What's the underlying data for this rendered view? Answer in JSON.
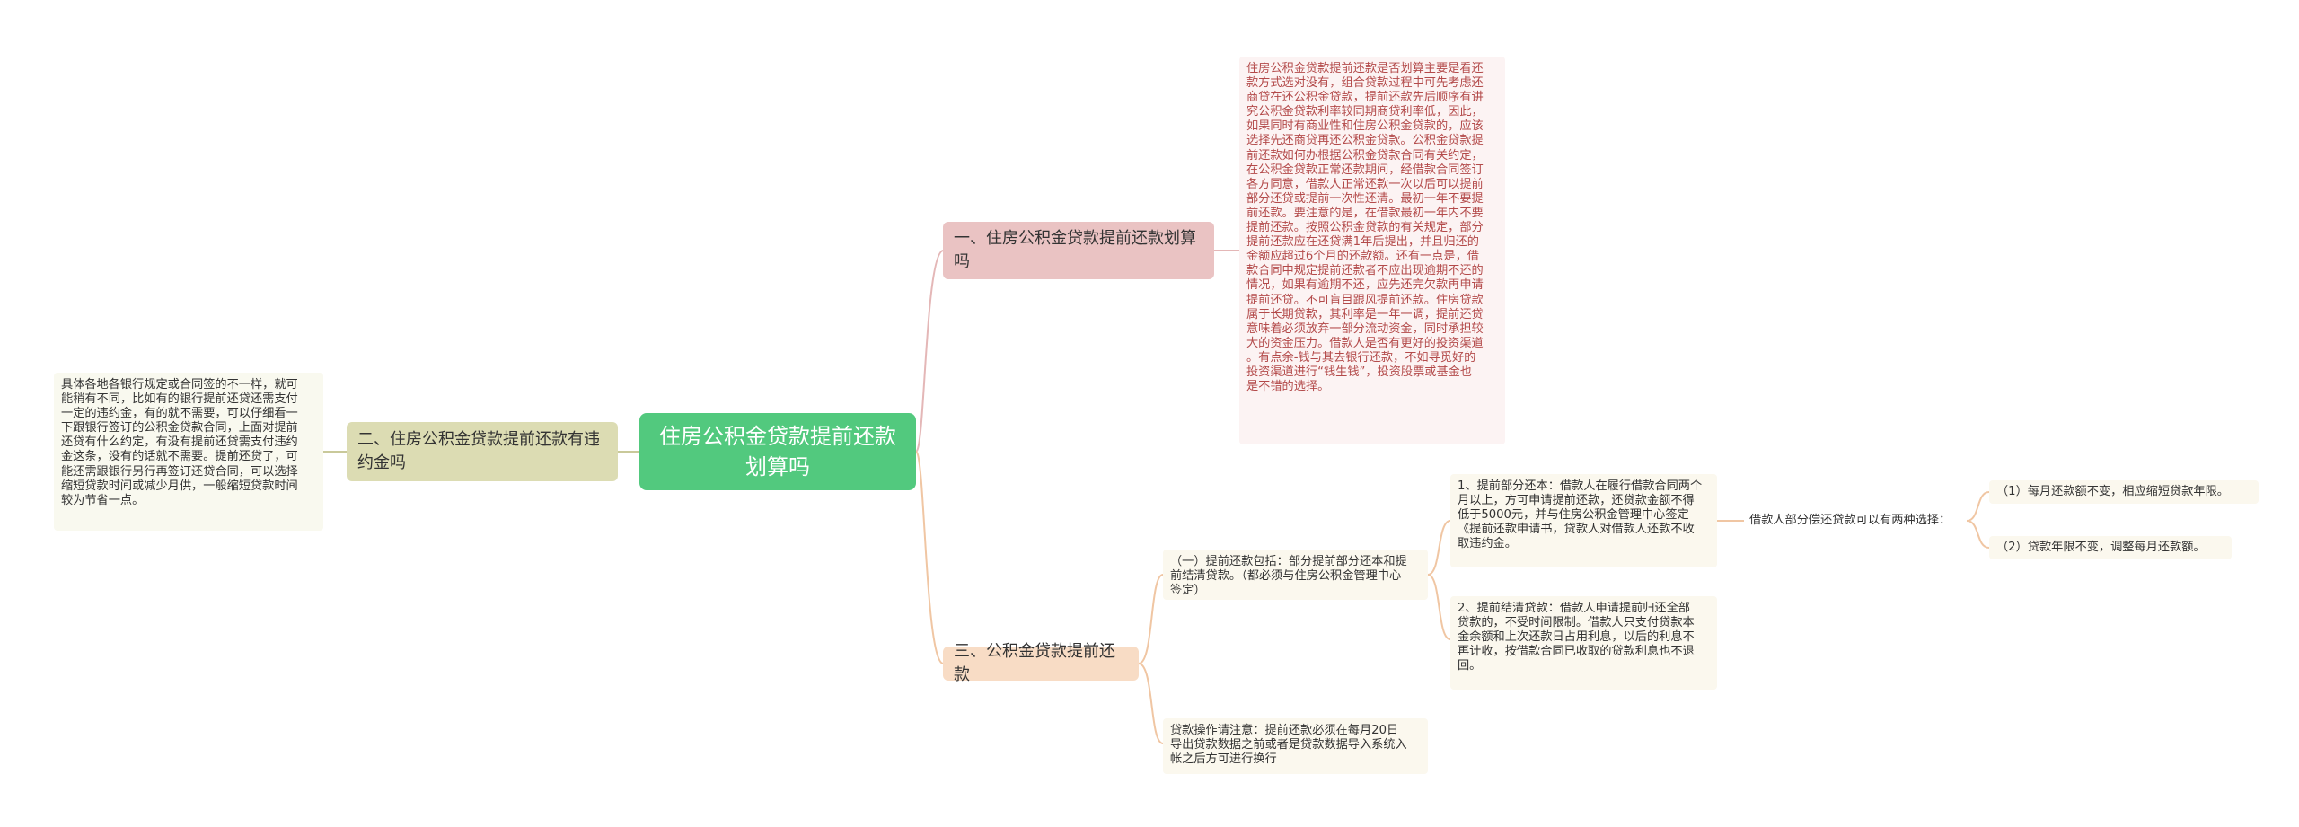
{
  "root": {
    "label": "住房公积金贷款提前还款\n划算吗"
  },
  "branches": {
    "b1": {
      "label": "一、住房公积金贷款提前还款划算\n吗"
    },
    "b2": {
      "label": "二、住房公积金贷款提前还款有违\n约金吗"
    },
    "b3": {
      "label": "三、公积金贷款提前还款"
    }
  },
  "leaves": {
    "b1_text": "住房公积金贷款提前还款是否划算主要是看还\n款方式选对没有，组合贷款过程中可先考虑还\n商贷在还公积金贷款，提前还款先后顺序有讲\n究公积金贷款利率较同期商贷利率低，因此，\n如果同时有商业性和住房公积金贷款的，应该\n选择先还商贷再还公积金贷款。公积金贷款提\n前还款如何办根据公积金贷款合同有关约定，\n在公积金贷款正常还款期间，经借款合同签订\n各方同意，借款人正常还款一次以后可以提前\n部分还贷或提前一次性还清。最初一年不要提\n前还款。要注意的是，在借款最初一年内不要\n提前还款。按照公积金贷款的有关规定，部分\n提前还款应在还贷满1年后提出，并且归还的\n金额应超过6个月的还款额。还有一点是，借\n款合同中规定提前还款者不应出现逾期不还的\n情况，如果有逾期不还，应先还完欠款再申请\n提前还贷。不可盲目跟风提前还款。住房贷款\n属于长期贷款，其利率是一年一调，提前还贷\n意味着必须放弃一部分流动资金，同时承担较\n大的资金压力。借款人是否有更好的投资渠道\n。有点余-钱与其去银行还款，不如寻觅好的\n投资渠道进行“钱生钱”，投资股票或基金也\n是不错的选择。",
    "b2_text": "具体各地各银行规定或合同签的不一样，就可\n能稍有不同，比如有的银行提前还贷还需支付\n一定的违约金，有的就不需要，可以仔细看一\n下跟银行签订的公积金贷款合同，上面对提前\n还贷有什么约定，有没有提前还贷需支付违约\n金这条，没有的话就不需要。提前还贷了，可\n能还需跟银行另行再签订还贷合同，可以选择\n缩短贷款时间或减少月供，一般缩短贷款时间\n较为节省一点。",
    "b3_1": "（一）提前还款包括：部分提前部分还本和提\n前结清贷款。（都必须与住房公积金管理中心\n签定）",
    "b3_1a": "1、提前部分还本：借款人在履行借款合同两个\n月以上，方可申请提前还款，还贷款金额不得\n低于5000元，并与住房公积金管理中心签定\n《提前还款申请书，贷款人对借款人还款不收\n取违约金。",
    "b3_1a_i": "借款人部分偿还贷款可以有两种选择：",
    "b3_1a_i_1": "（1）每月还款额不变，相应缩短贷款年限。",
    "b3_1a_i_2": "（2）贷款年限不变，调整每月还款额。",
    "b3_1b": "2、提前结清贷款：借款人申请提前归还全部\n贷款的，不受时间限制。借款人只支付贷款本\n金余额和上次还款日占用利息，以后的利息不\n再计收，按借款合同已收取的贷款利息也不退\n回。",
    "b3_2": "贷款操作请注意：提前还款必须在每月20日\n导出贷款数据之前或者是贷款数据导入系统入\n帐之后方可进行换行"
  },
  "colors": {
    "root": "#52c97e",
    "line_pink": "#e4b7b7",
    "line_olive": "#c9c99a",
    "line_peach": "#f0c6a3"
  }
}
